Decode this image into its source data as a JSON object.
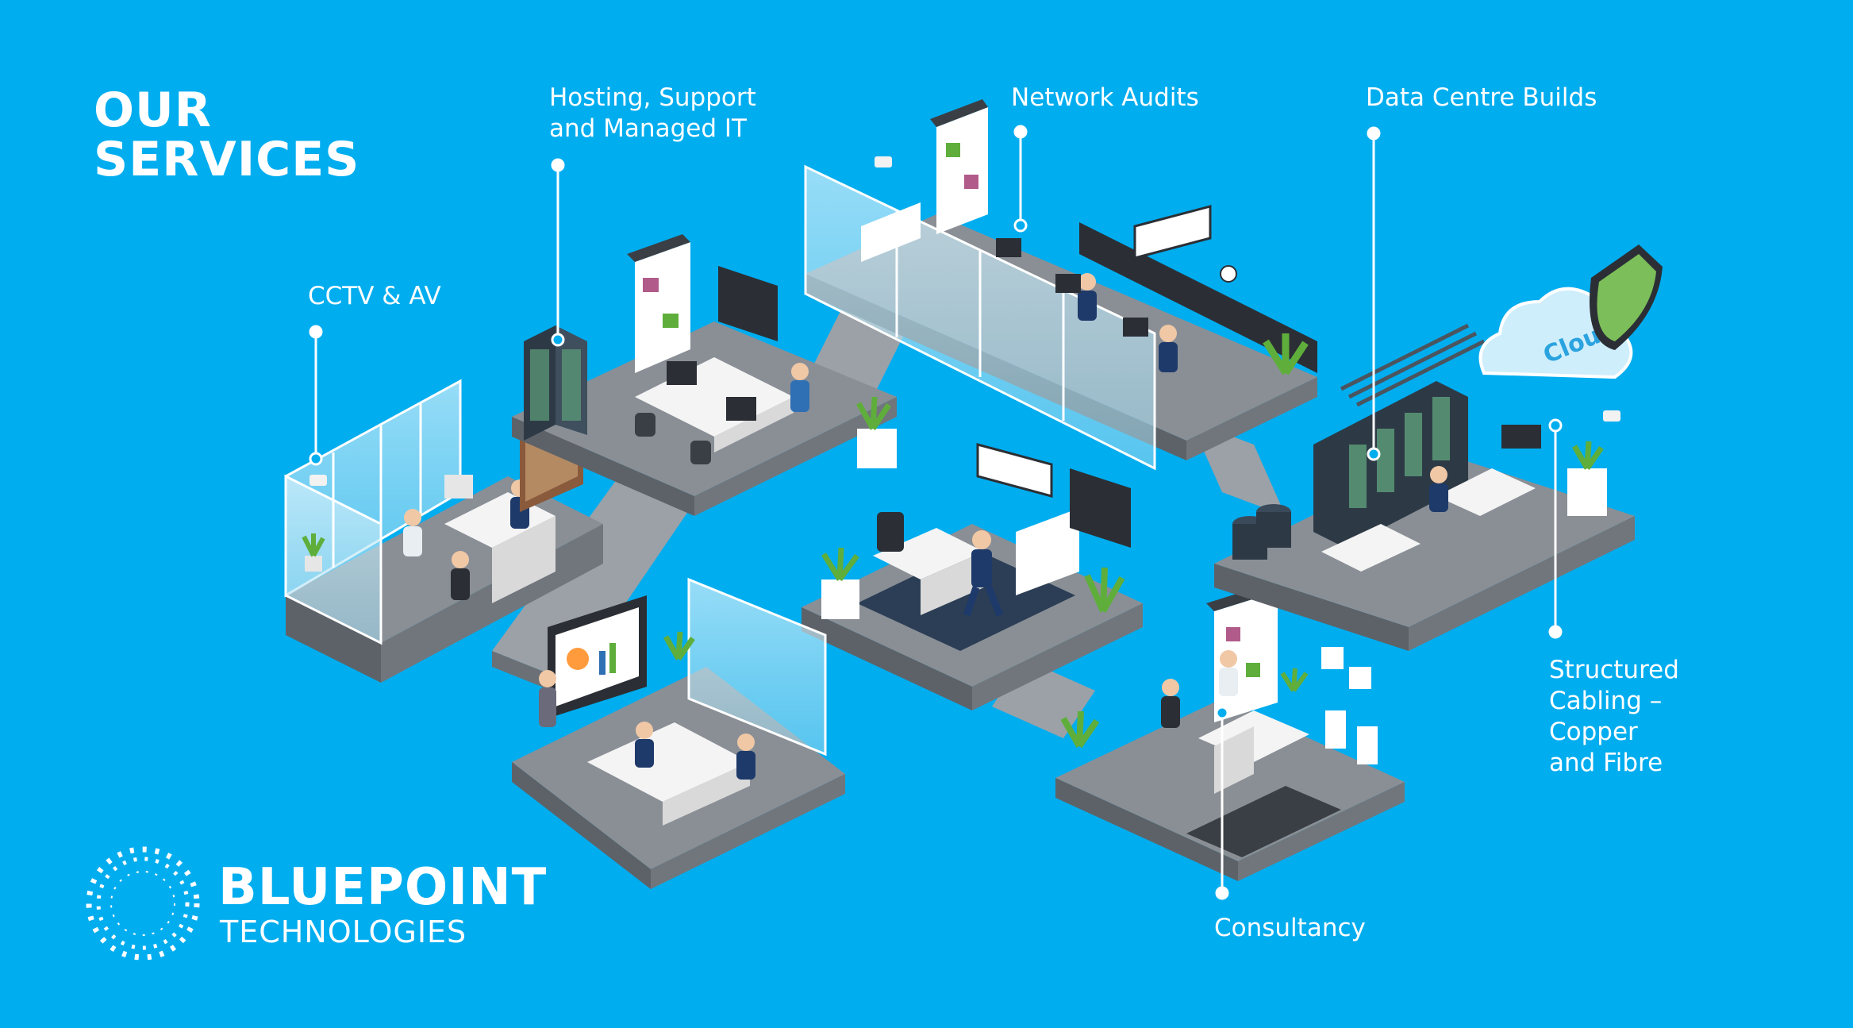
{
  "page": {
    "title_line1": "OUR",
    "title_line2": "SERVICES"
  },
  "services": {
    "cctv": "CCTV & AV",
    "hosting_line1": "Hosting, Support",
    "hosting_line2": "and Managed IT",
    "network": "Network Audits",
    "datacentre": "Data Centre Builds",
    "cabling_line1": "Structured",
    "cabling_line2": "Cabling –",
    "cabling_line3": "Copper",
    "cabling_line4": "and Fibre",
    "consultancy": "Consultancy"
  },
  "cloud_badge": "Cloud",
  "brand": {
    "name": "BLUEPOINT",
    "subtitle": "TECHNOLOGIES"
  },
  "colors": {
    "background": "#00adef",
    "floor_top": "#8a8f96",
    "floor_side": "#5d6268",
    "text": "#ffffff",
    "shield": "#7cbf5a"
  }
}
